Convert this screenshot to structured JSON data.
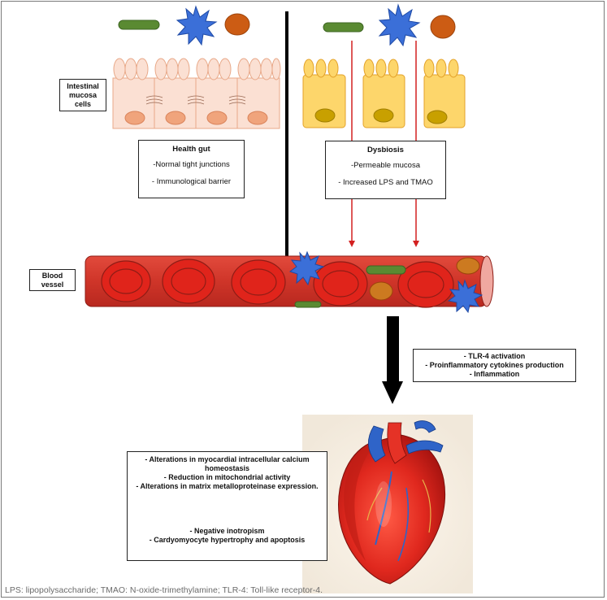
{
  "labels": {
    "intestinal_mucosa": "Intestinal mucosa cells",
    "blood_vessel": "Blood vessel"
  },
  "health_gut": {
    "title": "Health gut",
    "items": [
      "-Normal tight junctions",
      "- Immunological barrier"
    ]
  },
  "dysbiosis": {
    "title": "Dysbiosis",
    "items": [
      "-Permeable mucosa",
      "- Increased LPS and TMAO"
    ]
  },
  "effects": {
    "items": [
      "- TLR-4 activation",
      "- Proinflammatory cytokines production",
      "- Inflammation"
    ]
  },
  "cardiac": {
    "causes": [
      "- Alterations in myocardial intracellular calcium homeostasis",
      "- Reduction in mitochondrial activity",
      "- Alterations in matrix metalloproteinase expression."
    ],
    "outcomes": [
      "- Negative inotropism",
      "- Cardyomyocyte hypertrophy and apoptosis"
    ]
  },
  "caption": "LPS: lipopolysaccharide; TMAO: N-oxide-trimethylamine; TLR-4: Toll-like receptor-4.",
  "colors": {
    "healthy_cell": "#fbe0d3",
    "healthy_nucleus": "#f0a47c",
    "dysbiosis_cell": "#fdd66b",
    "dysbiosis_nucleus": "#c8a000",
    "vessel": "#d4362b",
    "rbc": "#e0241b",
    "bacterium_green": "#5a8a32",
    "lps_star": "#3b6fd8",
    "tmao_orange": "#cc5c14",
    "arrow_red": "#d32020"
  }
}
